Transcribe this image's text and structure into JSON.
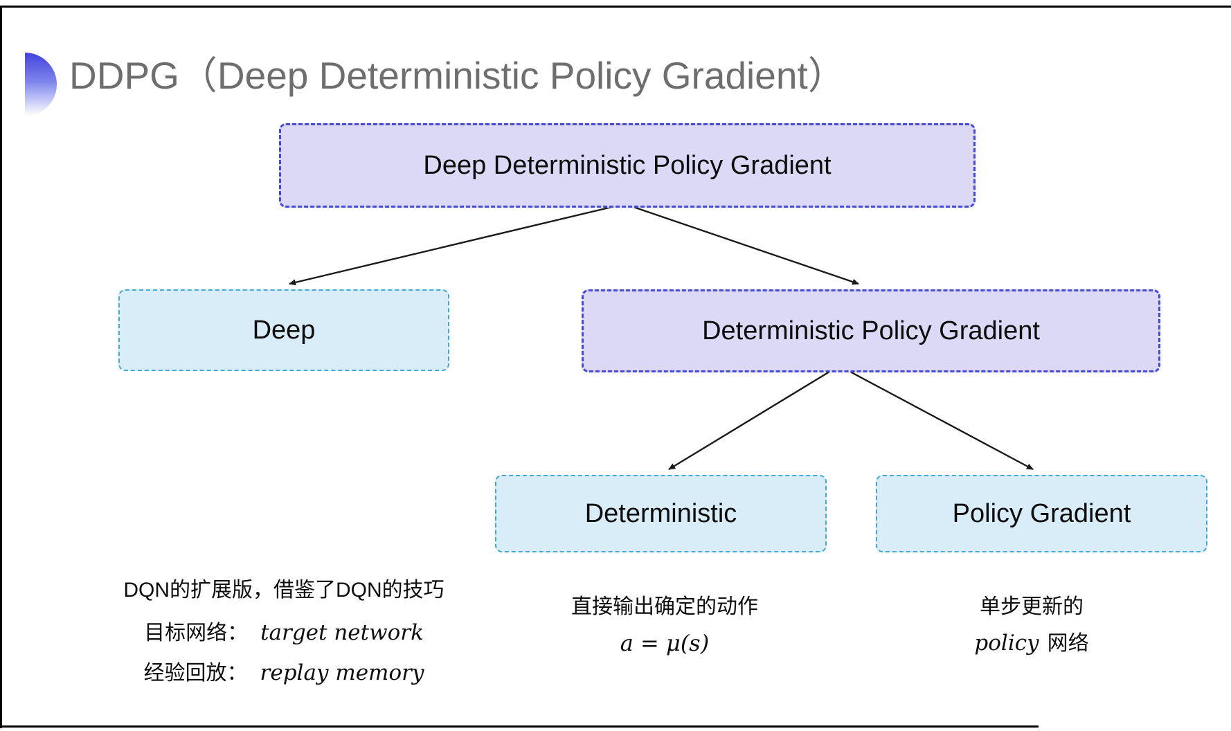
{
  "header": {
    "title": "DDPG（Deep Deterministic Policy Gradient）"
  },
  "tree": {
    "root": {
      "label": "Deep Deterministic Policy Gradient",
      "variant": "purple"
    },
    "deep": {
      "label": "Deep",
      "variant": "cyan"
    },
    "dpg": {
      "label": "Deterministic Policy Gradient",
      "variant": "purple"
    },
    "det": {
      "label": "Deterministic",
      "variant": "cyan"
    },
    "pg": {
      "label": "Policy Gradient",
      "variant": "cyan"
    }
  },
  "notes": {
    "deep": {
      "line1": "DQN的扩展版，借鉴了DQN的技巧",
      "line2_cjk": "目标网络：",
      "line2_en": "target network",
      "line3_cjk": "经验回放：",
      "line3_en": "replay memory"
    },
    "deterministic": {
      "line1": "直接输出确定的动作",
      "formula": "a = μ(s)"
    },
    "policy_gradient": {
      "line1": "单步更新的",
      "line2_en": "policy",
      "line2_cjk": "网络"
    }
  },
  "colors": {
    "title_text": "#6e6e6e",
    "node_purple_fill": "#dbd9f6",
    "node_purple_border": "#4648d8",
    "node_cyan_fill": "#d9edf8",
    "node_cyan_border": "#44a8da",
    "arrow": "#1a1a1a",
    "body_text": "#0d0d0d",
    "bullet_gradient_top": "#4343dd",
    "frame_line": "#000000"
  }
}
